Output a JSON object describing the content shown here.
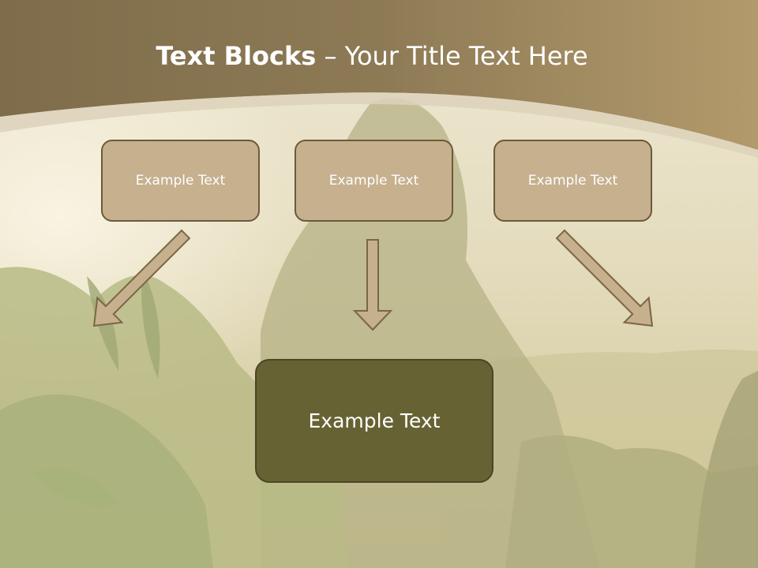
{
  "slide": {
    "title_bold": "Text Blocks",
    "title_dash": " – ",
    "title_rest": "Your Title Text Here",
    "top_boxes": [
      {
        "label": "Example Text"
      },
      {
        "label": "Example Text"
      },
      {
        "label": "Example Text"
      }
    ],
    "main_box": {
      "label": "Example Text"
    }
  },
  "colors": {
    "header_band": "#8a7650",
    "box_fill": "#c6b08e",
    "box_border": "#6b5a3a",
    "main_fill": "#676233",
    "arrow_fill": "#c6b08e",
    "arrow_stroke": "#7a6744"
  }
}
